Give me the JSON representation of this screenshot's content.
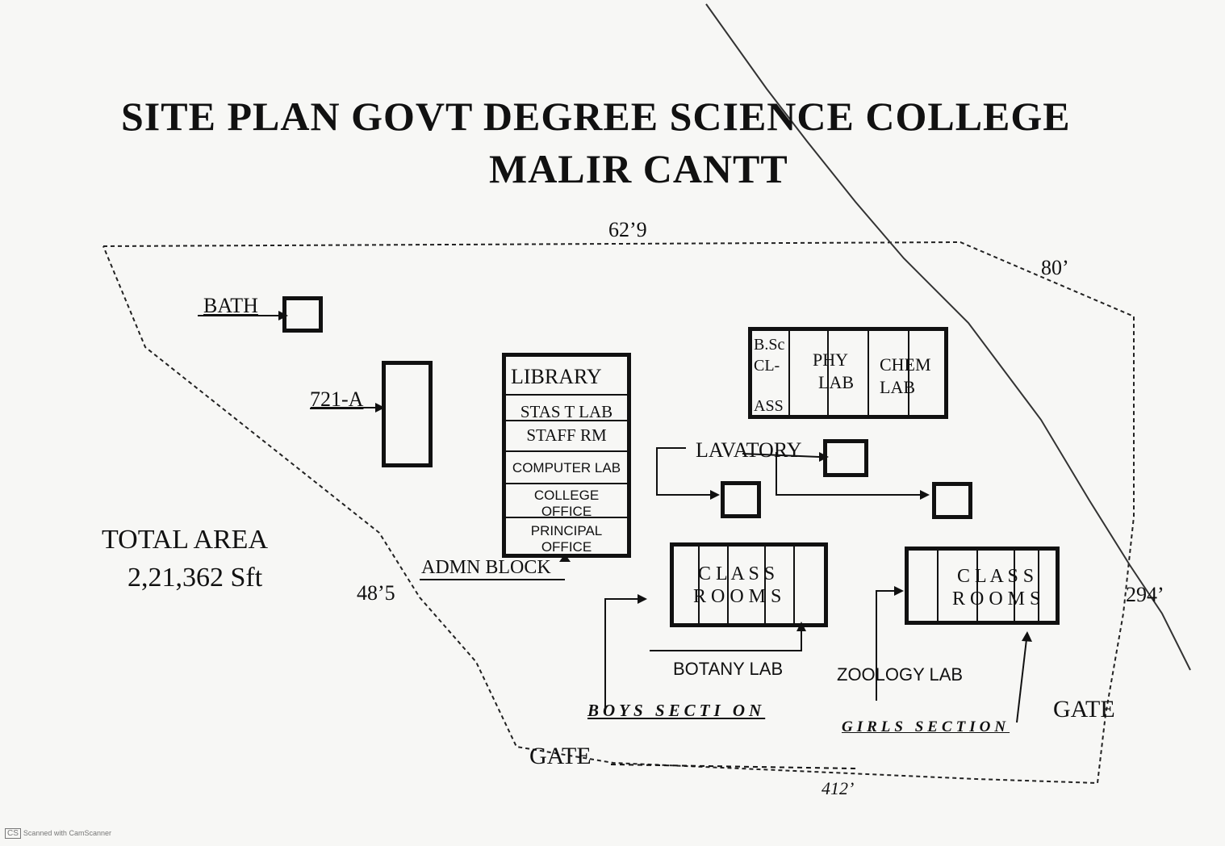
{
  "title": {
    "line1": "SITE PLAN GOVT DEGREE SCIENCE COLLEGE",
    "line2": "MALIR CANTT"
  },
  "dimensions": {
    "top": "62’9",
    "top_right": "80’",
    "right": "294’",
    "left": "48’5",
    "bottom": "412’"
  },
  "area": {
    "label": "TOTAL AREA",
    "value": "2,21,362 Sft"
  },
  "labels": {
    "bath": "BATH",
    "block_721": "721-A",
    "admin_block": "ADMN BLOCK",
    "lavatory": "LAVATORY",
    "botany_lab": "BOTANY LAB",
    "zoology_lab": "ZOOLOGY LAB",
    "boys_section": "BOYS SECTI ON",
    "girls_section": "GIRLS SECTION",
    "gate_left": "GATE",
    "gate_right": "GATE"
  },
  "admin_rooms": [
    "LIBRARY",
    "STAS T LAB",
    "STAFF RM",
    "COMPUTER LAB",
    "COLLEGE OFFICE",
    "PRINCIPAL OFFICE"
  ],
  "science_block": {
    "bsc": "B.Sc CL- ASS",
    "bsc_1": "B.Sc",
    "bsc_2": "CL-",
    "bsc_3": "ASS",
    "phy_1": "PHY",
    "phy_2": "LAB",
    "chem_1": "CHEM",
    "chem_2": "LAB"
  },
  "class_rooms": {
    "line1": "C L A S S",
    "line2": "R O O M S"
  },
  "watermark": {
    "badge": "CS",
    "text": "Scanned with CamScanner"
  }
}
